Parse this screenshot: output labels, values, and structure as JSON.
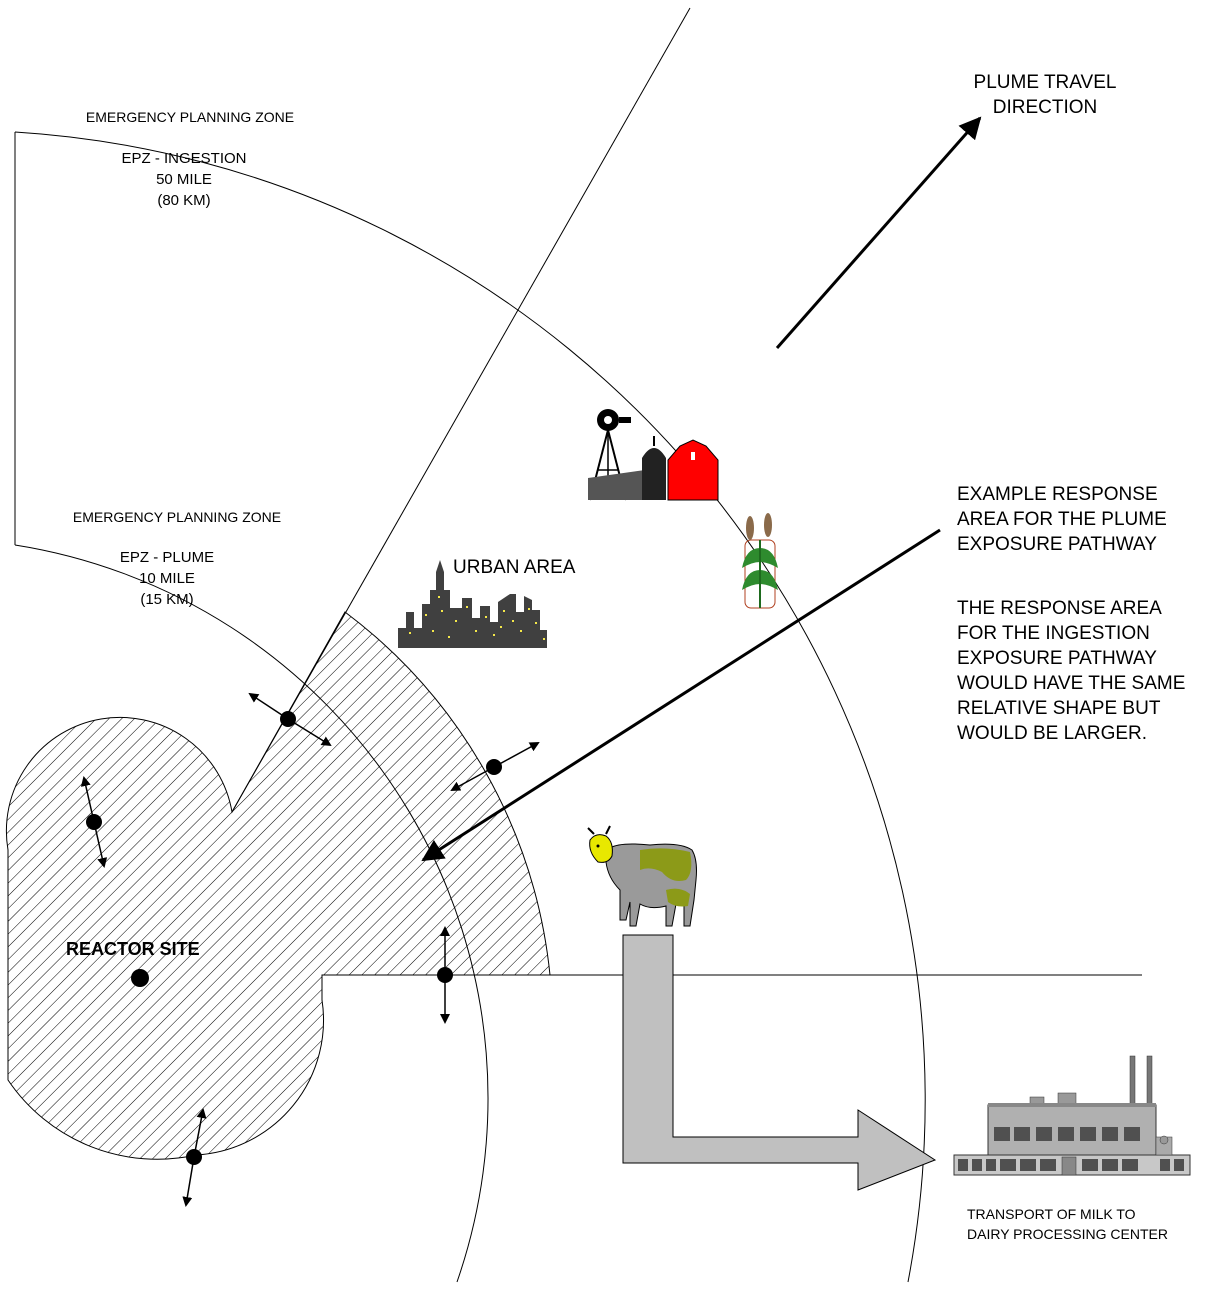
{
  "labels": {
    "epz_ingestion_zone": "EMERGENCY PLANNING ZONE",
    "epz_ingestion_line1": "EPZ - INGESTION",
    "epz_ingestion_line2": "50 MILE",
    "epz_ingestion_line3": "(80 KM)",
    "epz_plume_zone": "EMERGENCY PLANNING ZONE",
    "epz_plume_line1": "EPZ - PLUME",
    "epz_plume_line2": "10 MILE",
    "epz_plume_line3": "(15 KM)",
    "plume_travel_line1": "PLUME TRAVEL",
    "plume_travel_line2": "DIRECTION",
    "urban_area": "URBAN AREA",
    "reactor_site": "REACTOR SITE",
    "example_line1": "EXAMPLE RESPONSE",
    "example_line2": "AREA FOR THE PLUME",
    "example_line3": "EXPOSURE PATHWAY",
    "ingestion_line1": "THE RESPONSE AREA",
    "ingestion_line2": "FOR THE INGESTION",
    "ingestion_line3": "EXPOSURE PATHWAY",
    "ingestion_line4": "WOULD HAVE THE SAME",
    "ingestion_line5": "RELATIVE SHAPE BUT",
    "ingestion_line6": "WOULD BE LARGER.",
    "milk_line1": "TRANSPORT OF MILK TO",
    "milk_line2": "DAIRY PROCESSING CENTER"
  },
  "icons": [
    "windmill-icon",
    "silo-icon",
    "barn-icon",
    "corn-icon",
    "city-skyline-icon",
    "cow-icon",
    "factory-icon"
  ],
  "colors": {
    "barn": "#ff0000",
    "cow_body": "#8c9a18",
    "cow_face": "#e8e800",
    "transport_arrow": "#c0c0c0",
    "city": "#404040",
    "city_windows": "#f5e84a",
    "corn_leaves": "#2e8b2e"
  }
}
